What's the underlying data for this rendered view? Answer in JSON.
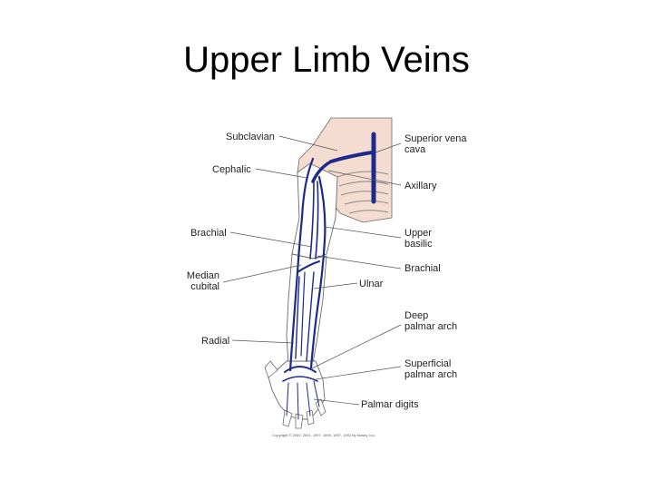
{
  "slide": {
    "title": "Upper Limb Veins",
    "copyright": "Copyright © 2000, 2001, 1997, 1999, 1997, 1992 by Mosby, Inc."
  },
  "labels": {
    "subclavian": "Subclavian",
    "cephalic": "Cephalic",
    "brachial_left": "Brachial",
    "median_cubital": [
      "Median",
      "cubital"
    ],
    "radial": "Radial",
    "superior_vena_cava": [
      "Superior vena",
      "cava"
    ],
    "axillary": "Axillary",
    "upper_basilic": [
      "Upper",
      "basilic"
    ],
    "brachial_right": "Brachial",
    "ulnar": "Ulnar",
    "deep_palmar_arch": [
      "Deep",
      "palmar arch"
    ],
    "superficial_palmar_arch": [
      "Superficial",
      "palmar arch"
    ],
    "palmar_digits": "Palmar digits"
  },
  "colors": {
    "vein": "#1b2a8c",
    "skin": "#f5dcd0",
    "outline": "#6b6b6b",
    "leader": "#555555"
  }
}
